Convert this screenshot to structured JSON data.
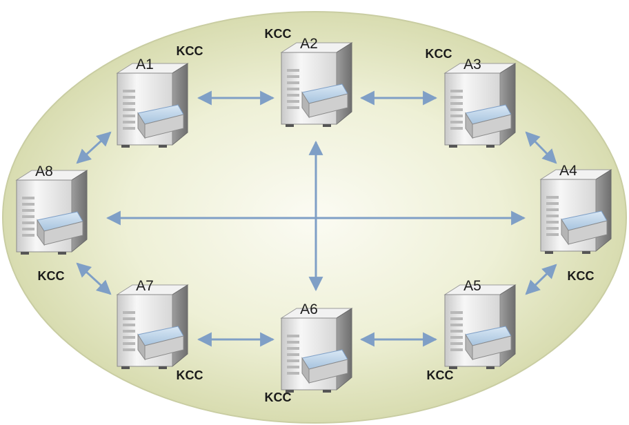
{
  "servers": [
    {
      "id": "A1",
      "label": "A1",
      "kcc": "KCC"
    },
    {
      "id": "A2",
      "label": "A2",
      "kcc": "KCC"
    },
    {
      "id": "A3",
      "label": "A3",
      "kcc": "KCC"
    },
    {
      "id": "A4",
      "label": "A4",
      "kcc": "KCC"
    },
    {
      "id": "A5",
      "label": "A5",
      "kcc": "KCC"
    },
    {
      "id": "A6",
      "label": "A6",
      "kcc": "KCC"
    },
    {
      "id": "A7",
      "label": "A7",
      "kcc": "KCC"
    },
    {
      "id": "A8",
      "label": "A8",
      "kcc": "KCC"
    }
  ],
  "links": [
    {
      "from": "A1",
      "to": "A2"
    },
    {
      "from": "A2",
      "to": "A3"
    },
    {
      "from": "A3",
      "to": "A4"
    },
    {
      "from": "A4",
      "to": "A5"
    },
    {
      "from": "A5",
      "to": "A6"
    },
    {
      "from": "A6",
      "to": "A7"
    },
    {
      "from": "A7",
      "to": "A8"
    },
    {
      "from": "A8",
      "to": "A1"
    },
    {
      "from": "A2",
      "to": "A6"
    },
    {
      "from": "A8",
      "to": "A4"
    }
  ],
  "colors": {
    "ellipse_center": "#fbfbf3",
    "ellipse_edge": "#d8dcb0",
    "ellipse_stroke": "#c9cda2",
    "arrow": "#7f9fc6",
    "server_body": "#e6e6e6",
    "server_side": "#a9a9a9",
    "tray": "#c5dbee"
  }
}
